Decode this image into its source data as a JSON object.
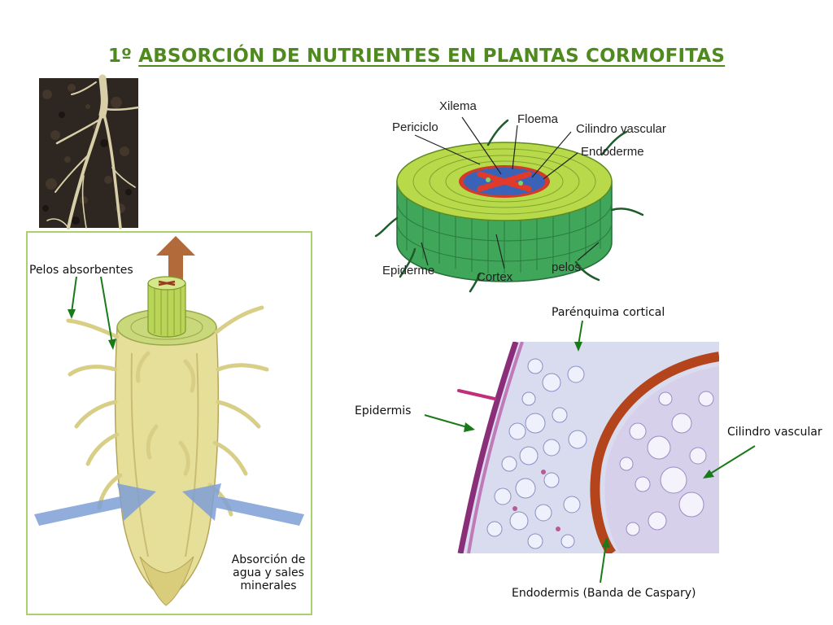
{
  "title": {
    "number": "1º",
    "text": "ABSORCIÓN DE NUTRIENTES EN PLANTAS CORMOFITAS"
  },
  "root_diagram": {
    "labels": {
      "xilema": "Xilema",
      "floema": "Floema",
      "periciclo": "Periciclo",
      "cilindro_vascular": "Cilindro vascular",
      "endoderme": "Endoderme",
      "epiderme": "Epiderme",
      "cortex": "Cortex",
      "pelos": "pelos"
    }
  },
  "root_tip": {
    "labels": {
      "pelos_absorbentes": "Pelos absorbentes",
      "absorcion": "Absorción de agua y sales minerales"
    }
  },
  "micrograph": {
    "labels": {
      "parenquima": "Parénquima cortical",
      "epidermis": "Epidermis",
      "cilindro": "Cilindro vascular",
      "endodermis": "Endodermis (Banda de Caspary)"
    }
  },
  "colors": {
    "title": "#4e8a1d",
    "panel_border": "#a9d26a",
    "arrow": "#1a7a1a"
  }
}
